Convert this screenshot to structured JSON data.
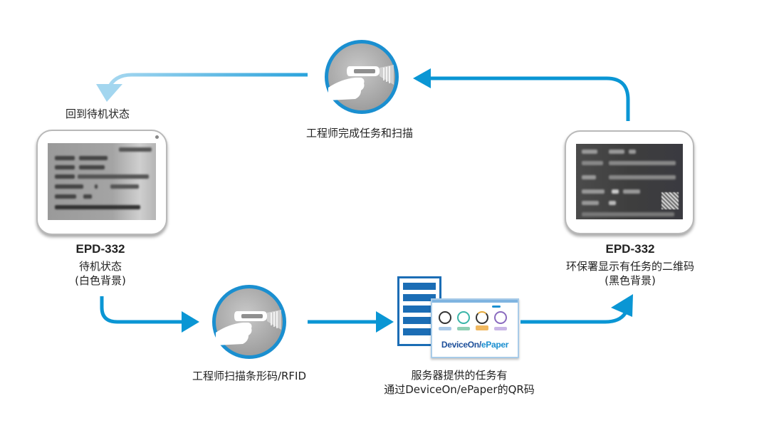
{
  "colors": {
    "arrow": "#0a96d4",
    "arrow_light": "#9dd3ee",
    "ring": "#1a8fd0",
    "server": "#1b6db5",
    "brand": "#1d4f9a"
  },
  "steps": {
    "return_standby": {
      "label": "回到待机状态"
    },
    "engineer_complete_scan": {
      "label": "工程师完成任务和扫描",
      "icon": "barcode-scanner-icon"
    },
    "epd_standby": {
      "model": "EPD-332",
      "line1": "待机状态",
      "line2": "(白色背景)"
    },
    "epd_qr": {
      "model": "EPD-332",
      "line1": "环保署显示有任务的二维码",
      "line2": "(黑色背景)"
    },
    "engineer_scan_barcode": {
      "label": "工程师扫描条形码/RFID",
      "icon": "barcode-scanner-icon"
    },
    "server_task": {
      "line1": "服务器提供的任务有",
      "line2": "通过DeviceOn/ePaper的QR码",
      "brand_a": "DeviceOn/",
      "brand_b": "ePaper"
    }
  }
}
